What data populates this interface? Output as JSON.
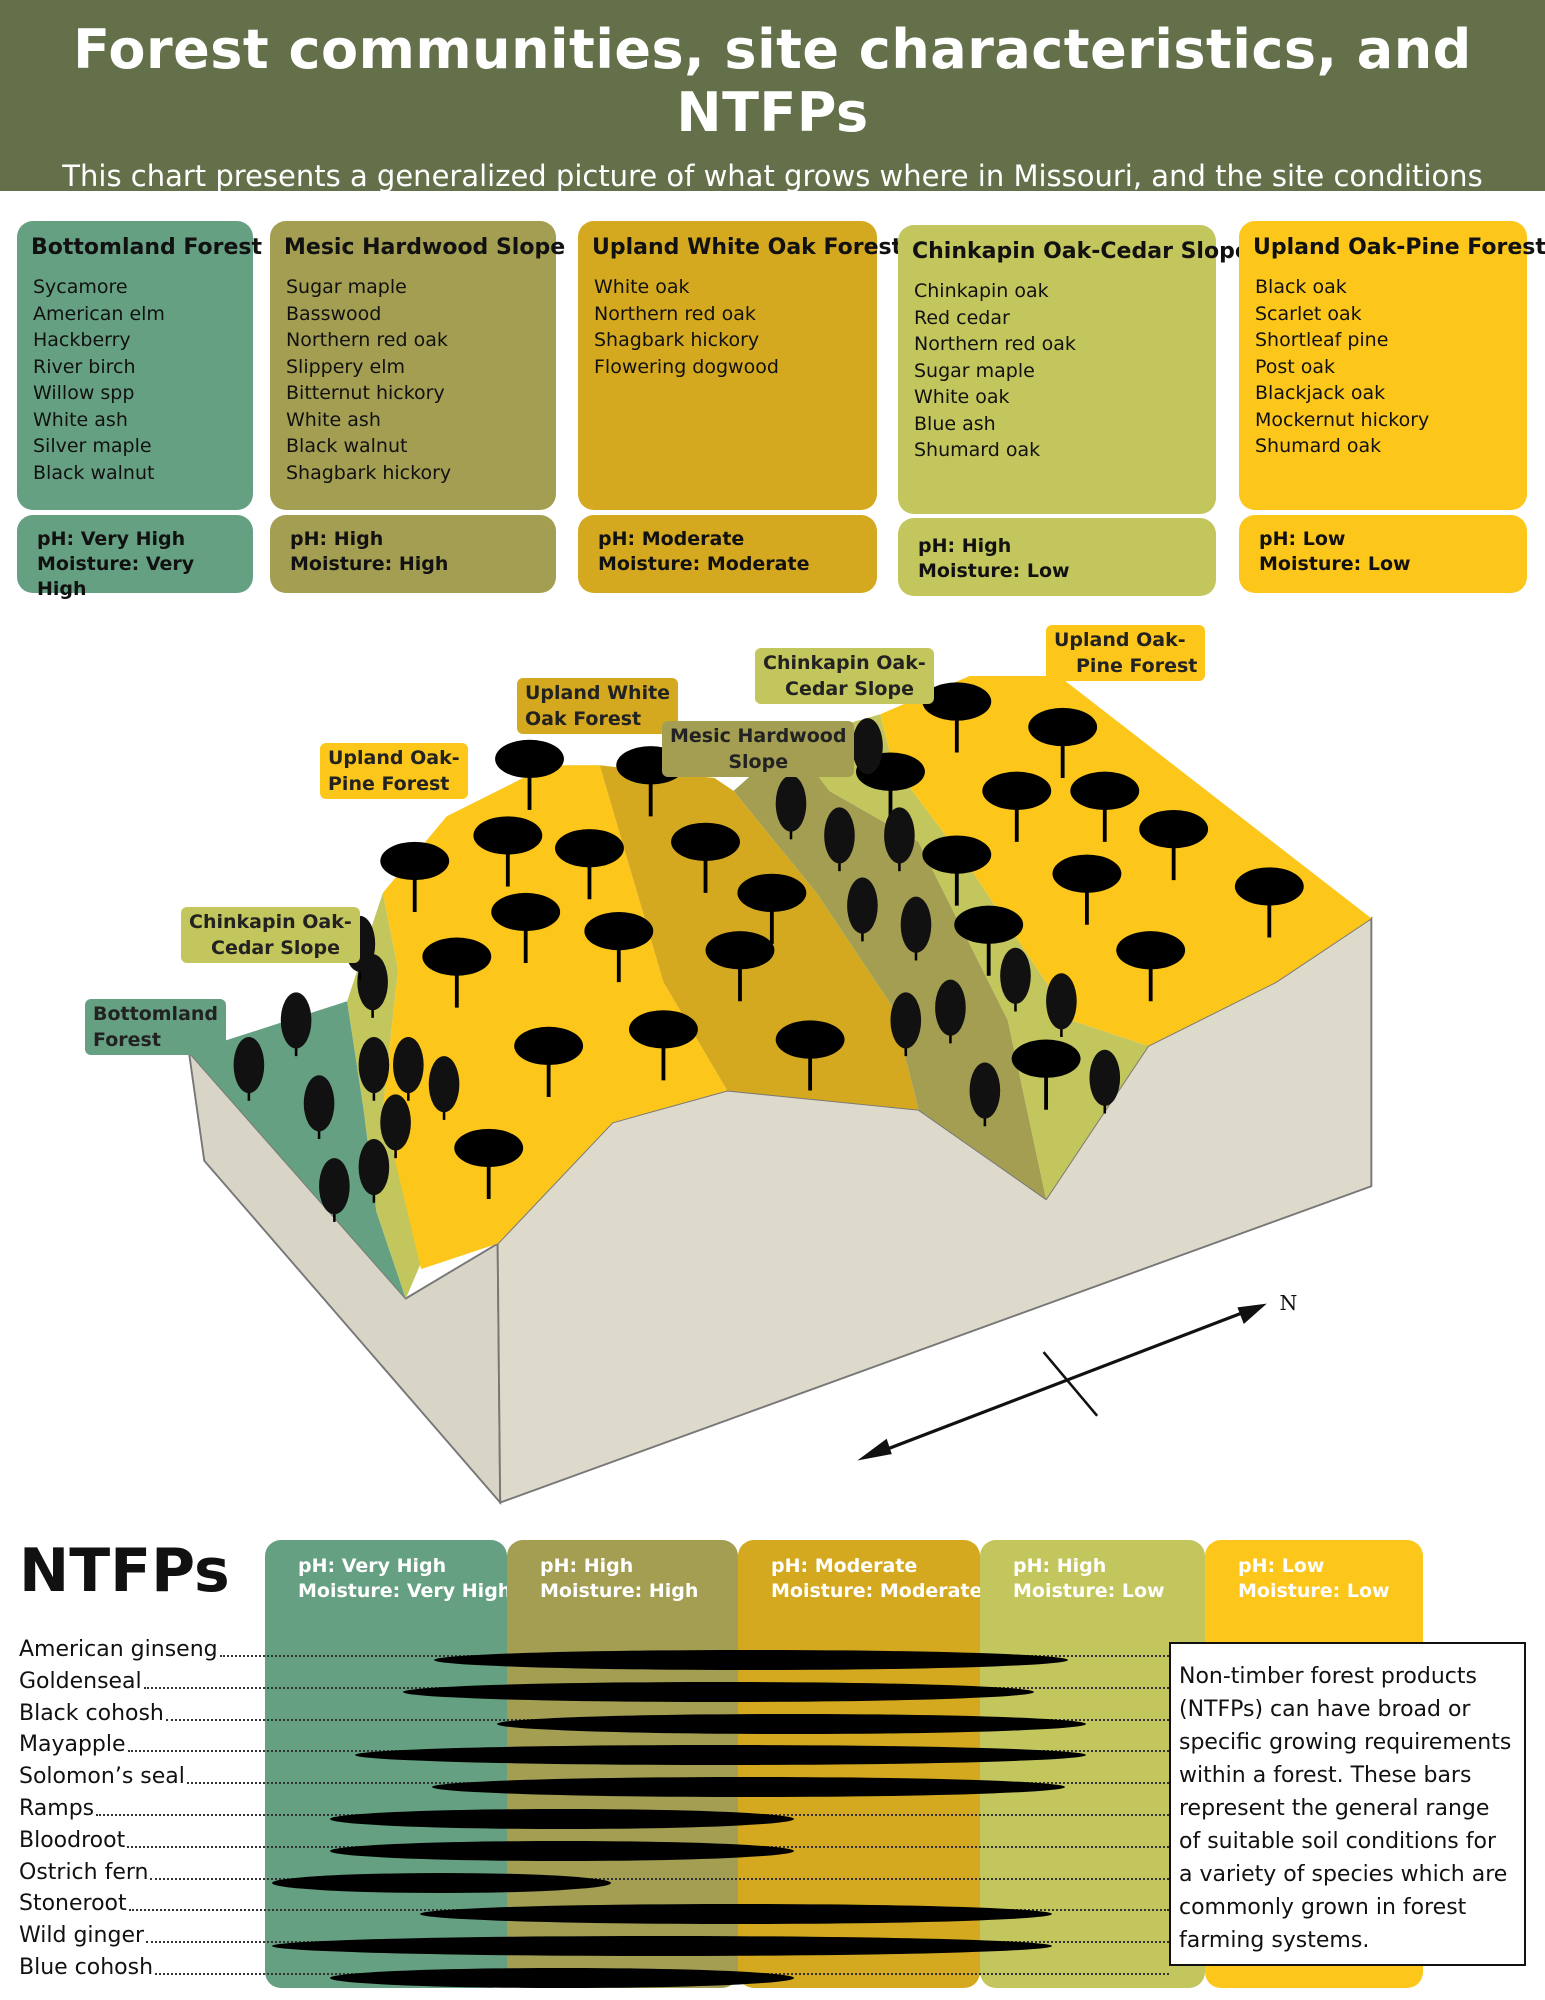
{
  "header": {
    "title": "Forest  communities, site characteristics, and NTFPs",
    "subtitle": "This chart presents a generalized picture of what grows where in Missouri, and the site conditions associated with those places."
  },
  "colors": {
    "header": "#637049",
    "bottomland": "#66a082",
    "mesic": "#a39e52",
    "white_oak": "#d4a91f",
    "chinkapin": "#c3c65c",
    "oak_pine": "#fcc61b"
  },
  "communities": [
    {
      "title": "Bottomland Forest",
      "species": [
        "Sycamore",
        "American elm",
        "Hackberry",
        "River birch",
        "Willow spp",
        "White ash",
        "Silver maple",
        "Black walnut"
      ],
      "ph": "pH: Very High",
      "moisture": "Moisture: Very High"
    },
    {
      "title": "Mesic Hardwood Slope",
      "species": [
        "Sugar maple",
        "Basswood",
        "Northern red oak",
        "Slippery elm",
        "Bitternut hickory",
        "White ash",
        "Black walnut",
        "Shagbark hickory"
      ],
      "ph": "pH: High",
      "moisture": "Moisture: High"
    },
    {
      "title": "Upland White Oak Forest",
      "species": [
        "White oak",
        "Northern red oak",
        "Shagbark hickory",
        "Flowering dogwood"
      ],
      "ph": "pH: Moderate",
      "moisture": "Moisture: Moderate"
    },
    {
      "title": "Chinkapin Oak-Cedar Slope",
      "species": [
        "Chinkapin oak",
        "Red cedar",
        "Northern red oak",
        "Sugar maple",
        "White oak",
        "Blue ash",
        "Shumard oak"
      ],
      "ph": "pH: High",
      "moisture": "Moisture: Low"
    },
    {
      "title": "Upland Oak-Pine Forest",
      "species": [
        "Black oak",
        "Scarlet oak",
        "Shortleaf pine",
        "Post oak",
        "Blackjack oak",
        "Mockernut hickory",
        "Shumard oak"
      ],
      "ph": "pH: Low",
      "moisture": "Moisture: Low"
    }
  ],
  "diagram_labels": [
    {
      "l1": "Upland Oak-",
      "l2": "Pine Forest"
    },
    {
      "l1": "Chinkapin Oak-",
      "l2": "Cedar Slope"
    },
    {
      "l1": "Upland White",
      "l2": "Oak Forest"
    },
    {
      "l1": "Mesic Hardwood",
      "l2": "Slope"
    },
    {
      "l1": "Upland Oak-",
      "l2": "Pine Forest"
    },
    {
      "l1": "Chinkapin Oak-",
      "l2": "Cedar Slope"
    },
    {
      "l1": "Bottomland",
      "l2": "Forest"
    }
  ],
  "compass": "N",
  "ntfps": {
    "title": "NTFPs",
    "columns": [
      {
        "ph": "pH: Very High",
        "moisture": "Moisture: Very High"
      },
      {
        "ph": "pH: High",
        "moisture": "Moisture: High"
      },
      {
        "ph": "pH: Moderate",
        "moisture": "Moisture: Moderate"
      },
      {
        "ph": "pH: High",
        "moisture": "Moisture: Low"
      },
      {
        "ph": "pH: Low",
        "moisture": "Moisture: Low"
      }
    ],
    "species": [
      {
        "name": "American ginseng",
        "range": [
          0.7,
          3.39
        ]
      },
      {
        "name": "Goldenseal",
        "range": [
          0.57,
          3.24
        ]
      },
      {
        "name": "Black cohosh",
        "range": [
          0.96,
          3.47
        ]
      },
      {
        "name": "Mayapple",
        "range": [
          0.37,
          3.47
        ]
      },
      {
        "name": "Solomon’s seal",
        "range": [
          0.69,
          3.38
        ]
      },
      {
        "name": "Ramps",
        "range": [
          0.27,
          2.23
        ]
      },
      {
        "name": "Bloodroot",
        "range": [
          0.27,
          2.23
        ]
      },
      {
        "name": "Ostrich fern",
        "range": [
          0.03,
          1.45
        ]
      },
      {
        "name": "Stoneroot",
        "range": [
          0.64,
          3.32
        ]
      },
      {
        "name": "Wild ginger",
        "range": [
          0.03,
          3.32
        ]
      },
      {
        "name": "Blue cohosh",
        "range": [
          0.27,
          2.23
        ]
      }
    ],
    "note": "Non-timber forest products (NTFPs) can have broad or specific growing requirements within a forest. These bars represent the general range of suitable soil conditions for a variety of species which are commonly grown in forest farming systems."
  }
}
